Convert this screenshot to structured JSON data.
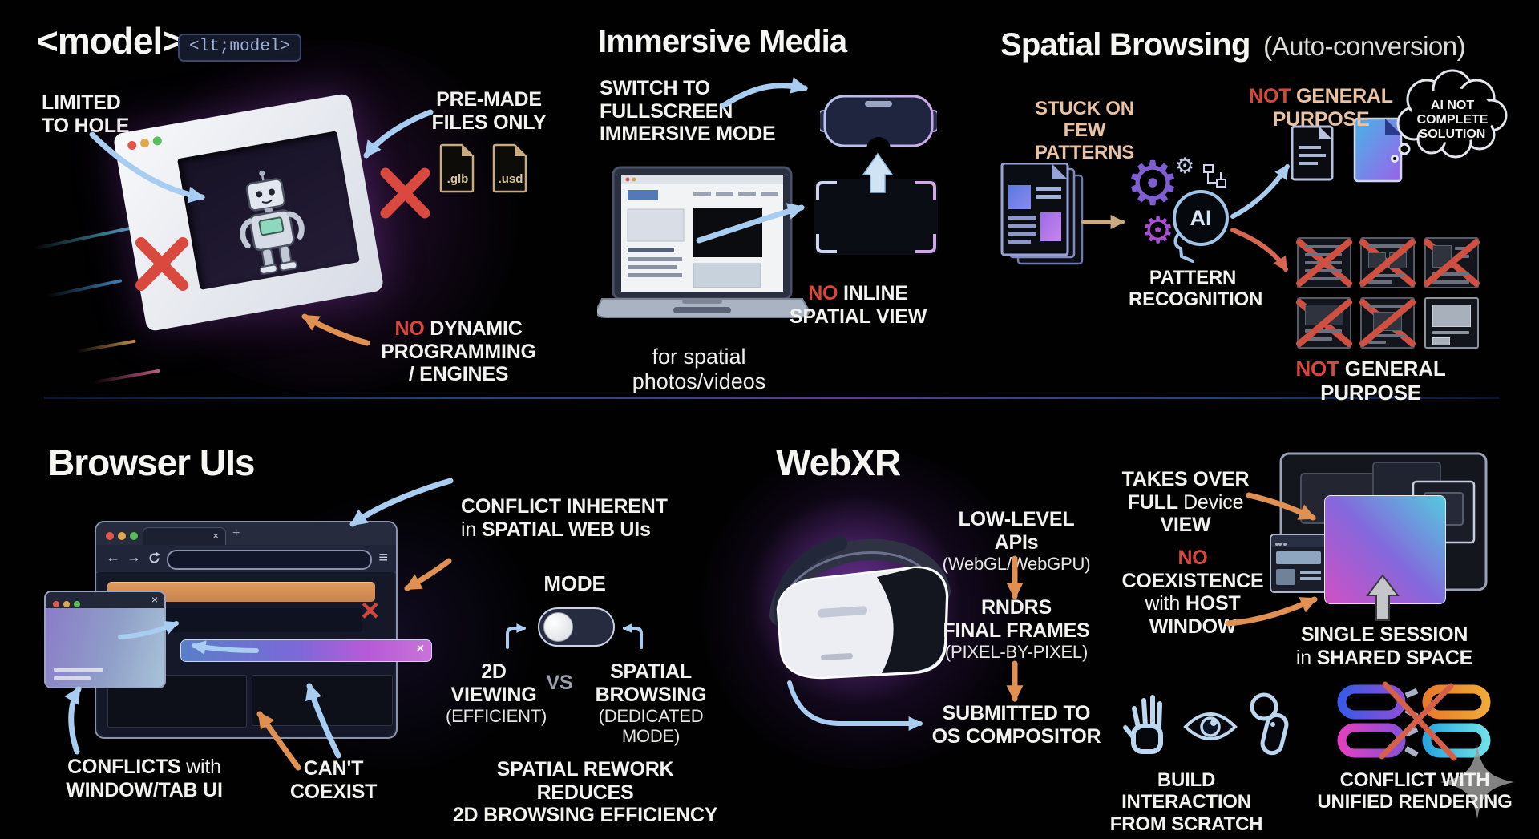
{
  "palette": {
    "red": "#d8463c",
    "orange": "#e09050",
    "salmon": "#eac2a2",
    "tan": "#c9ab7f",
    "blue_arrow": "#a8cdf0",
    "purple": "#8a63d8",
    "cyan": "#55cade",
    "magenta": "#d050c4"
  },
  "icons": {
    "close": "×",
    "plus": "+",
    "back": "←",
    "forward": "→",
    "menu": "≡",
    "gear": "⚙"
  },
  "model": {
    "title": "<model>",
    "code_chip": "<lt;model>",
    "limited_label": [
      "LIMITED",
      "TO HOLE"
    ],
    "premade_label": [
      "PRE-MADE",
      "FILES ONLY"
    ],
    "file_types": [
      ".glb",
      ".usd"
    ],
    "no_dynamic": {
      "no": "NO",
      "line1_rest": "DYNAMIC",
      "line2": "PROGRAMMING",
      "line3": "/ ENGINES"
    }
  },
  "immersive": {
    "title": "Immersive Media",
    "switch_label": [
      "SWITCH TO",
      "FULLSCREEN",
      "IMMERSIVE MODE"
    ],
    "no_inline": {
      "no": "NO",
      "line1_rest": "INLINE",
      "line2": "SPATIAL VIEW"
    },
    "caption": "for spatial photos/videos"
  },
  "spatial": {
    "title": "Spatial Browsing",
    "subtitle": "(Auto-conversion)",
    "stuck_label": [
      "STUCK ON",
      "FEW PATTERNS"
    ],
    "not_general_top": {
      "not": "NOT",
      "line1_rest": "GENERAL",
      "line2": "PURPOSE"
    },
    "thought_bubble": [
      "AI NOT",
      "COMPLETE",
      "SOLUTION"
    ],
    "ai_label": "AI",
    "pattern_label": [
      "PATTERN",
      "RECOGNITION"
    ],
    "not_general_bottom": {
      "not": "NOT",
      "rest": "GENERAL PURPOSE"
    }
  },
  "browser": {
    "title": "Browser UIs",
    "conflict_inherent": {
      "line1": "CONFLICT INHERENT",
      "in_word": "in",
      "rest": "SPATIAL WEB UIs"
    },
    "mode_label": "MODE",
    "viewing_2d": {
      "line1": "2D",
      "line2": "VIEWING",
      "sub": "(EFFICIENT)"
    },
    "vs": "VS",
    "spatial_browsing": {
      "line1": "SPATIAL",
      "line2": "BROWSING",
      "sub": "(DEDICATED MODE)"
    },
    "rework_label": [
      "SPATIAL REWORK REDUCES",
      "2D BROWSING EFFICIENCY"
    ],
    "conflicts_window": {
      "word1": "CONFLICTS",
      "with_word": "with",
      "line2": "WINDOW/TAB UI"
    },
    "cant_coexist": [
      "CAN'T",
      "COEXIST"
    ]
  },
  "webxr": {
    "title": "WebXR",
    "low_level": {
      "line1": "LOW-LEVEL APIs",
      "sub": "(WebGL/WebGPU)"
    },
    "renders": {
      "line1": "RNDRS",
      "line2": "FINAL FRAMES",
      "sub": "(PIXEL-BY-PIXEL)"
    },
    "submitted": [
      "SUBMITTED TO",
      "OS COMPOSITOR"
    ],
    "takes_over": {
      "line1": "TAKES OVER",
      "full_word": "FULL",
      "device_word": "Device",
      "line3": "VIEW"
    },
    "no_coexistence": {
      "no": "NO",
      "line2": "COEXISTENCE",
      "with_word": "with",
      "rest": "HOST WINDOW"
    },
    "single_session": {
      "line1": "SINGLE SESSION",
      "in_word": "in",
      "rest": "SHARED SPACE"
    },
    "build_label": [
      "BUILD INTERACTION",
      "FROM SCRATCH"
    ],
    "conflict_unified": [
      "CONFLICT WITH",
      "UNIFIED RENDERING"
    ]
  }
}
